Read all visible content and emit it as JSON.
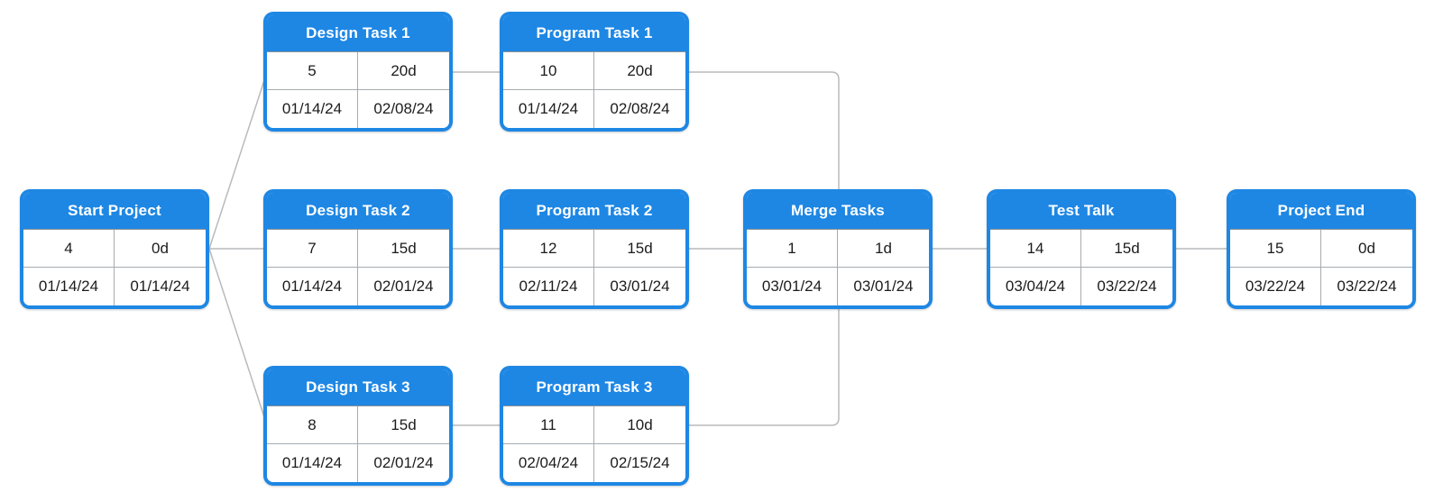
{
  "diagram": {
    "type": "project-network-diagram",
    "background_color": "#ffffff",
    "colors": {
      "node_blue": "#1e87e4",
      "header_text": "#ffffff",
      "cell_text": "#1c1c1e",
      "grid_line": "#a7abaf",
      "connector": "#b8babc"
    },
    "nodes": [
      {
        "name": "start-project",
        "title": "Start Project",
        "task_id": "4",
        "duration": "0d",
        "start_date": "01/14/24",
        "end_date": "01/14/24"
      },
      {
        "name": "design-task-1",
        "title": "Design Task 1",
        "task_id": "5",
        "duration": "20d",
        "start_date": "01/14/24",
        "end_date": "02/08/24"
      },
      {
        "name": "program-task-1",
        "title": "Program Task 1",
        "task_id": "10",
        "duration": "20d",
        "start_date": "01/14/24",
        "end_date": "02/08/24"
      },
      {
        "name": "design-task-2",
        "title": "Design Task 2",
        "task_id": "7",
        "duration": "15d",
        "start_date": "01/14/24",
        "end_date": "02/01/24"
      },
      {
        "name": "program-task-2",
        "title": "Program Task 2",
        "task_id": "12",
        "duration": "15d",
        "start_date": "02/11/24",
        "end_date": "03/01/24"
      },
      {
        "name": "design-task-3",
        "title": "Design Task 3",
        "task_id": "8",
        "duration": "15d",
        "start_date": "01/14/24",
        "end_date": "02/01/24"
      },
      {
        "name": "program-task-3",
        "title": "Program Task 3",
        "task_id": "11",
        "duration": "10d",
        "start_date": "02/04/24",
        "end_date": "02/15/24"
      },
      {
        "name": "merge-tasks",
        "title": "Merge Tasks",
        "task_id": "1",
        "duration": "1d",
        "start_date": "03/01/24",
        "end_date": "03/01/24"
      },
      {
        "name": "test-talk",
        "title": "Test Talk",
        "task_id": "14",
        "duration": "15d",
        "start_date": "03/04/24",
        "end_date": "03/22/24"
      },
      {
        "name": "project-end",
        "title": "Project End",
        "task_id": "15",
        "duration": "0d",
        "start_date": "03/22/24",
        "end_date": "03/22/24"
      }
    ],
    "edges": [
      {
        "from": "start-project",
        "to": "design-task-1"
      },
      {
        "from": "start-project",
        "to": "design-task-2"
      },
      {
        "from": "start-project",
        "to": "design-task-3"
      },
      {
        "from": "design-task-1",
        "to": "program-task-1"
      },
      {
        "from": "design-task-2",
        "to": "program-task-2"
      },
      {
        "from": "design-task-3",
        "to": "program-task-3"
      },
      {
        "from": "program-task-1",
        "to": "merge-tasks"
      },
      {
        "from": "program-task-2",
        "to": "merge-tasks"
      },
      {
        "from": "program-task-3",
        "to": "merge-tasks"
      },
      {
        "from": "merge-tasks",
        "to": "test-talk"
      },
      {
        "from": "test-talk",
        "to": "project-end"
      }
    ]
  }
}
